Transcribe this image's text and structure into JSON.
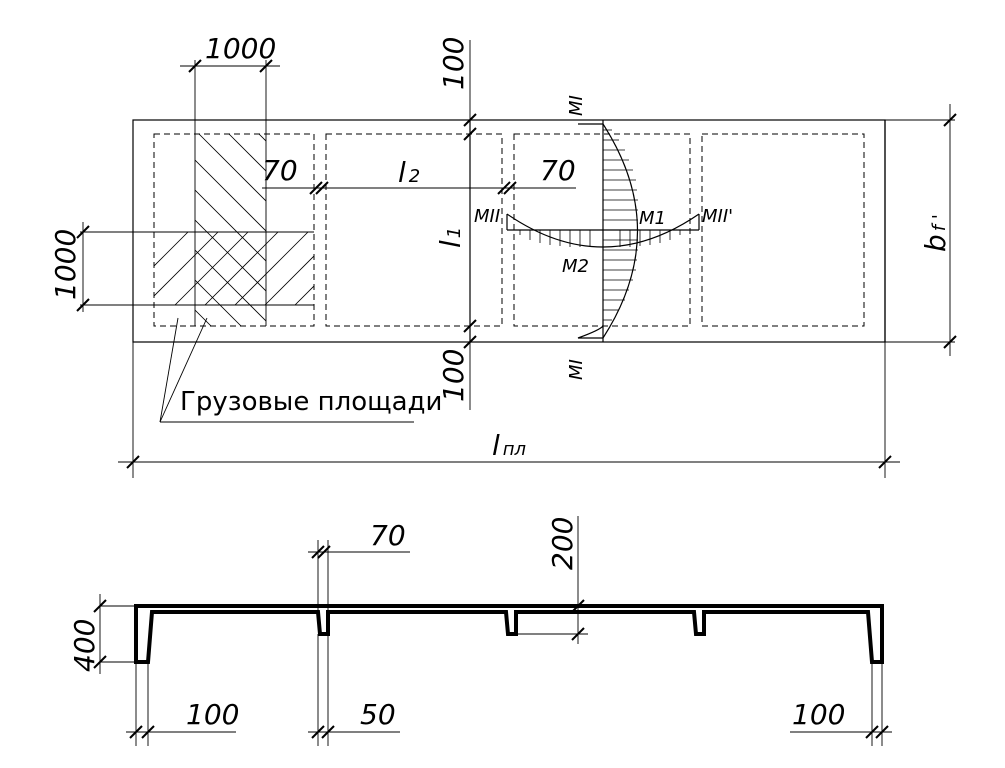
{
  "plan": {
    "dim_top_load_width": "1000",
    "dim_side_load_height": "1000",
    "dim_top_rib_offset": "100",
    "dim_bottom_rib_offset": "100",
    "dim_rib_width_left": "70",
    "dim_rib_width_right": "70",
    "label_l2": "l",
    "label_l2_sub": "2",
    "label_l1": "l",
    "label_l1_sub": "1",
    "label_bf": "b",
    "label_bf_sub": "f '",
    "label_lpl": "l",
    "label_lpl_sub": "пл",
    "moment_MI_top": "MI",
    "moment_MI_bottom": "MI",
    "moment_MII_left": "MII",
    "moment_MII_right": "MII'",
    "moment_M1": "M1",
    "moment_M2": "M2",
    "note_load_areas": "Грузовые площади"
  },
  "section": {
    "dim_rib_width": "70",
    "dim_height_200": "200",
    "dim_height_400": "400",
    "dim_left_100": "100",
    "dim_mid_50": "50",
    "dim_right_100": "100"
  }
}
